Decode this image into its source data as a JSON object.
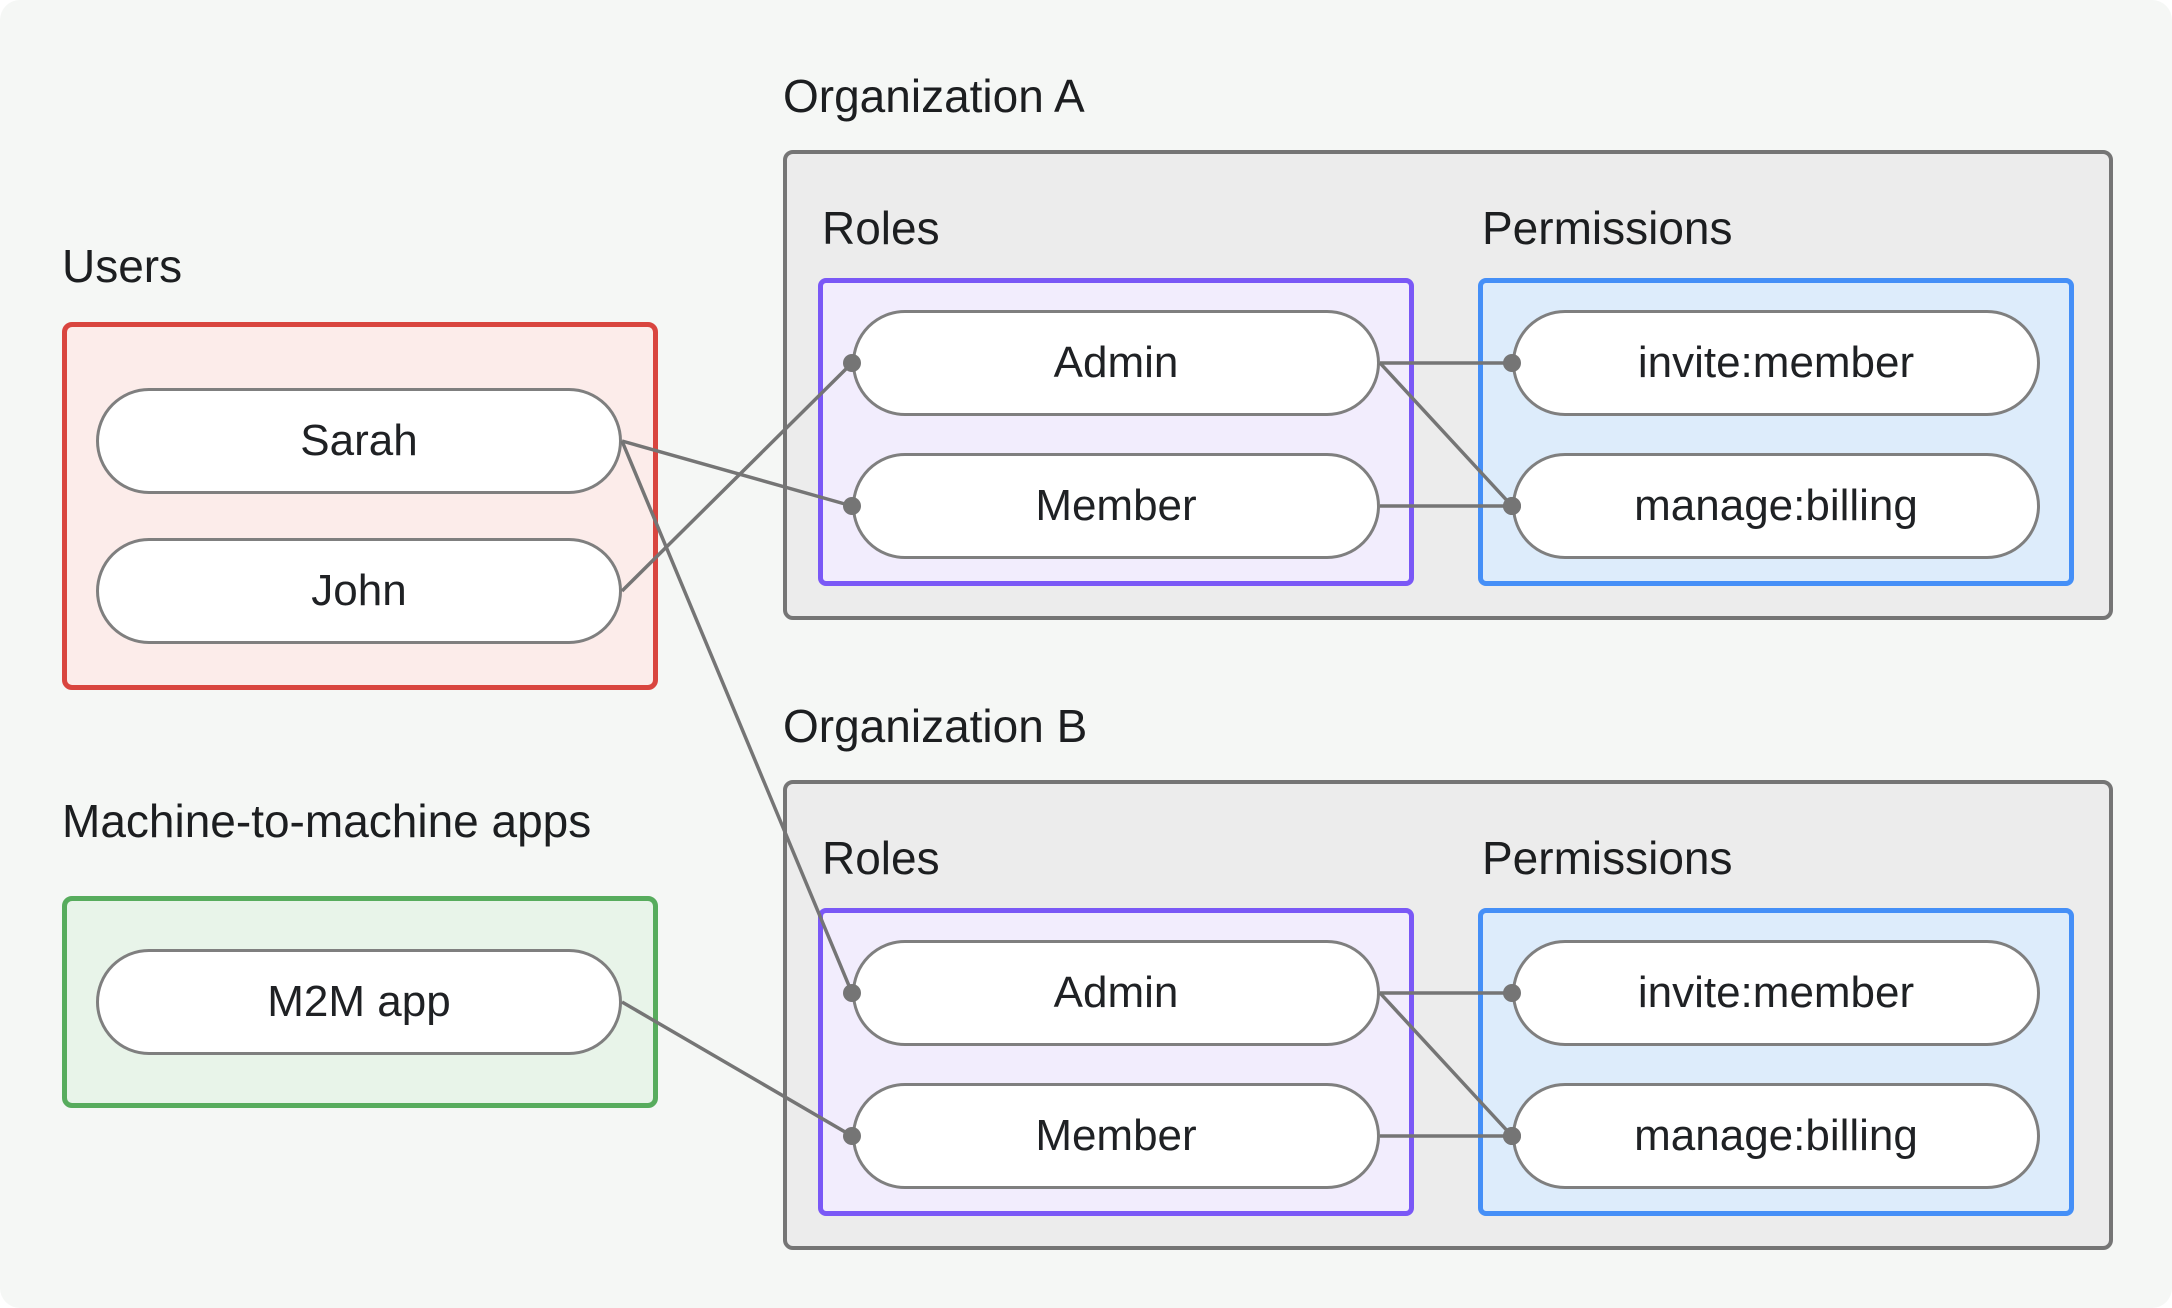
{
  "users_section": {
    "label": "Users",
    "items": [
      {
        "id": "user-sarah",
        "label": "Sarah"
      },
      {
        "id": "user-john",
        "label": "John"
      }
    ]
  },
  "m2m_section": {
    "label": "Machine-to-machine apps",
    "items": [
      {
        "id": "m2m-app",
        "label": "M2M app"
      }
    ]
  },
  "orgs": [
    {
      "title": "Organization A",
      "roles_label": "Roles",
      "permissions_label": "Permissions",
      "roles": [
        {
          "id": "orgA-role-admin",
          "label": "Admin"
        },
        {
          "id": "orgA-role-member",
          "label": "Member"
        }
      ],
      "permissions": [
        {
          "id": "orgA-perm-invite",
          "label": "invite:member"
        },
        {
          "id": "orgA-perm-manage",
          "label": "manage:billing"
        }
      ]
    },
    {
      "title": "Organization B",
      "roles_label": "Roles",
      "permissions_label": "Permissions",
      "roles": [
        {
          "id": "orgB-role-admin",
          "label": "Admin"
        },
        {
          "id": "orgB-role-member",
          "label": "Member"
        }
      ],
      "permissions": [
        {
          "id": "orgB-perm-invite",
          "label": "invite:member"
        },
        {
          "id": "orgB-perm-manage",
          "label": "manage:billing"
        }
      ]
    }
  ],
  "edges": [
    {
      "from": "user-sarah",
      "to": "orgA-role-member"
    },
    {
      "from": "user-john",
      "to": "orgA-role-admin"
    },
    {
      "from": "user-sarah",
      "to": "orgB-role-admin"
    },
    {
      "from": "m2m-app",
      "to": "orgB-role-member"
    },
    {
      "from": "orgA-role-admin",
      "to": "orgA-perm-invite"
    },
    {
      "from": "orgA-role-admin",
      "to": "orgA-perm-manage"
    },
    {
      "from": "orgA-role-member",
      "to": "orgA-perm-manage"
    },
    {
      "from": "orgB-role-admin",
      "to": "orgB-perm-invite"
    },
    {
      "from": "orgB-role-admin",
      "to": "orgB-perm-manage"
    },
    {
      "from": "orgB-role-member",
      "to": "orgB-perm-manage"
    }
  ],
  "colors": {
    "canvas_bg": "#f5f7f5",
    "users_border": "#d9453f",
    "users_fill": "#fcecea",
    "m2m_border": "#57ac5d",
    "m2m_fill": "#e8f4e9",
    "org_border": "#757575",
    "org_fill": "#ececec",
    "roles_border": "#7a58f6",
    "roles_fill": "#f2edfd",
    "permissions_border": "#458ff7",
    "permissions_fill": "#ddecfb",
    "pill_border": "#7f7f7f",
    "line": "#757575",
    "dot": "#757575",
    "text": "#1c1e20"
  }
}
